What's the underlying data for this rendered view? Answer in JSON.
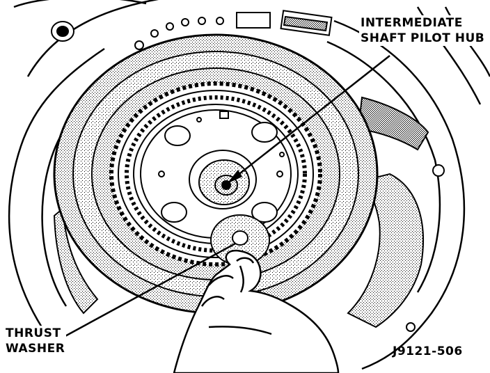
{
  "labels": {
    "hub_line1": "INTERMEDIATE",
    "hub_line2": "SHAFT PILOT HUB",
    "washer_line1": "THRUST",
    "washer_line2": "WASHER",
    "figure_id": "J9121-506"
  },
  "colors": {
    "ink": "#000000",
    "paper": "#ffffff",
    "shade": "#8c8c8c"
  }
}
